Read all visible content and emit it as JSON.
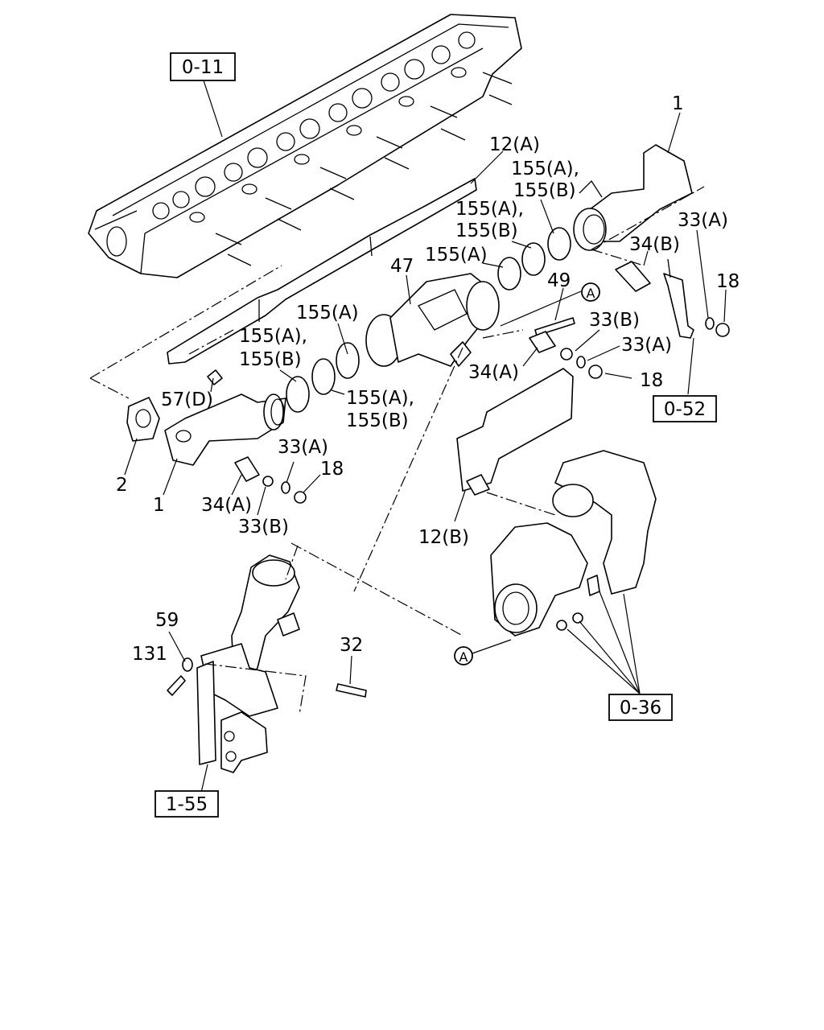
{
  "refs": {
    "r011": "0-11",
    "r052": "0-52",
    "r036": "0-36",
    "r155": "1-55"
  },
  "callout": {
    "circleA": "A"
  },
  "parts": {
    "p1_top": "1",
    "p12A": "12(A)",
    "p155AB_a1": "155(A),",
    "p155AB_b1": "155(B)",
    "p155AB_a2": "155(A),",
    "p155AB_b2": "155(B)",
    "p155A_1": "155(A)",
    "p47": "47",
    "p49": "49",
    "p33A_r": "33(A)",
    "p34B": "34(B)",
    "p18_r": "18",
    "p33B_r": "33(B)",
    "p33A_m": "33(A)",
    "p34A_m": "34(A)",
    "p18_m": "18",
    "p155A_2": "155(A)",
    "p155A_3": "155(A),",
    "p155B_3": "155(B)",
    "p57D": "57(D)",
    "p155A_4": "155(A),",
    "p155B_4": "155(B)",
    "p2": "2",
    "p1_left": "1",
    "p33A_l": "33(A)",
    "p18_l": "18",
    "p34A_l": "34(A)",
    "p33B_l": "33(B)",
    "p12B": "12(B)",
    "p59": "59",
    "p131": "131",
    "p32": "32"
  }
}
